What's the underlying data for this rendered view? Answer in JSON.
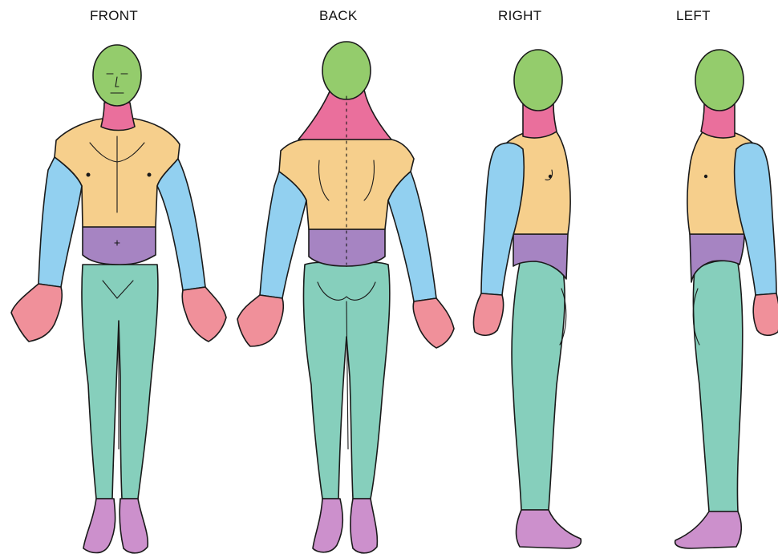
{
  "views": [
    {
      "id": "front",
      "label": "FRONT"
    },
    {
      "id": "back",
      "label": "BACK"
    },
    {
      "id": "right",
      "label": "RIGHT"
    },
    {
      "id": "left",
      "label": "LEFT"
    }
  ],
  "region_colors": {
    "head": "#94cc6c",
    "neck": "#ea6f9c",
    "torso": "#f6cf8c",
    "arms": "#92d0f0",
    "abdomen": "#a684c2",
    "hands": "#f0909a",
    "legs": "#86cfbc",
    "feet": "#cc90cc"
  }
}
